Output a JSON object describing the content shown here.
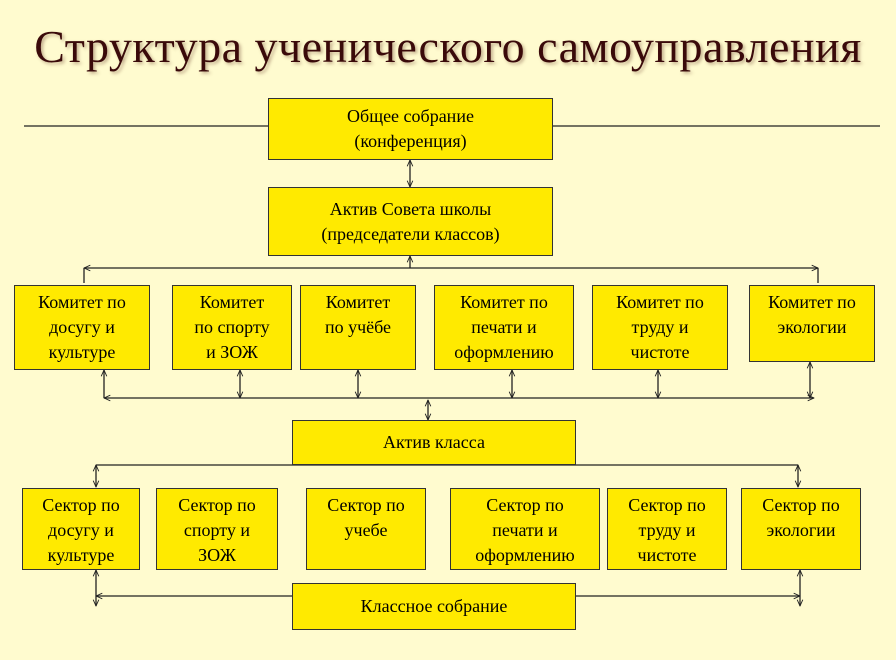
{
  "title": "Структура ученического самоуправления",
  "general_meeting": "Общее собрание\n(конференция)",
  "school_council": "Актив Совета школы\n(председатели классов)",
  "committees": [
    "Комитет по\nдосугу и\nкультуре",
    "Комитет\nпо спорту\nи ЗОЖ",
    "Комитет\nпо учёбе",
    "Комитет по\nпечати и\nоформлению",
    "Комитет по\nтруду и\nчистоте",
    "Комитет по\nэкологии"
  ],
  "class_active": "Актив класса",
  "sectors": [
    "Сектор по\nдосугу и\nкультуре",
    "Сектор по\nспорту и\nЗОЖ",
    "Сектор по\nучебе",
    "Сектор по\nпечати и\nоформлению",
    "Сектор по\nтруду и\nчистоте",
    "Сектор по\nэкологии"
  ],
  "class_meeting": "Классное собрание"
}
